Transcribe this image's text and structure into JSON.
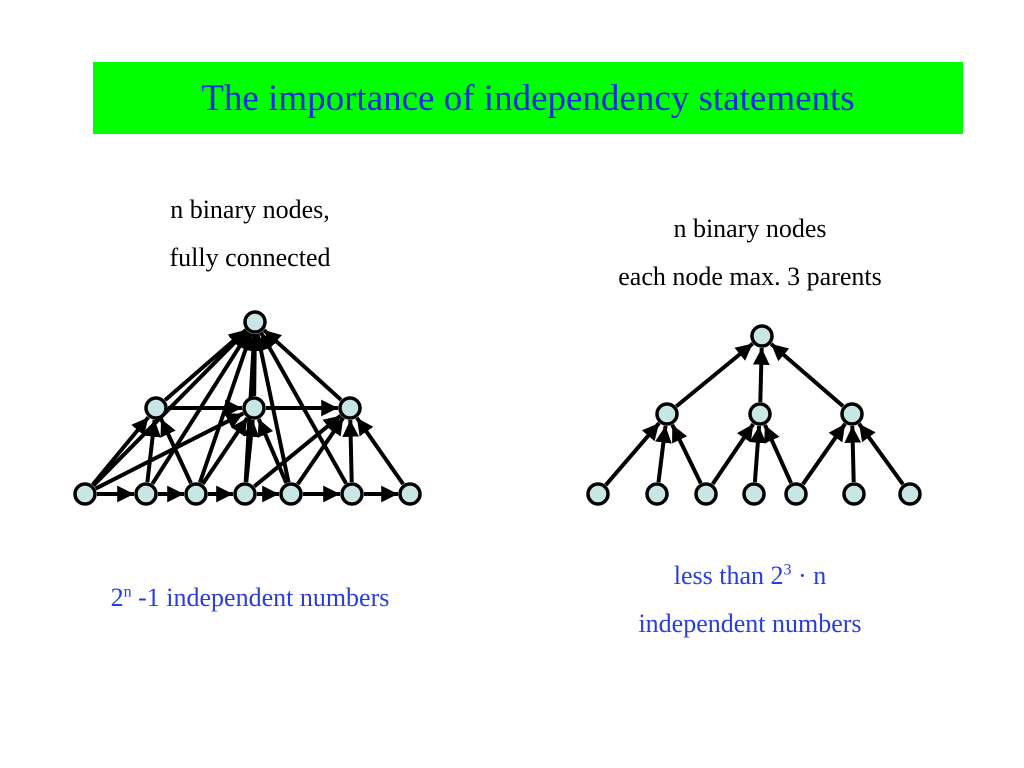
{
  "slide": {
    "title": "The importance of independency statements",
    "title_bg": "#00ff00",
    "title_color": "#1a2adf"
  },
  "left": {
    "caption_line1": "n binary nodes,",
    "caption_line2": "fully connected",
    "result_base": "2",
    "result_exp": "n",
    "result_rest": " -1 independent numbers"
  },
  "right": {
    "caption_line1": "n binary nodes",
    "caption_line2": "each node max. 3 parents",
    "result_line1_pre": "less than 2",
    "result_line1_exp": "3",
    "result_line1_post": " · n",
    "result_line2": "independent numbers"
  },
  "colors": {
    "node_fill": "#c8e6e6",
    "edge": "#000000",
    "result_text": "#2a3ee0"
  }
}
